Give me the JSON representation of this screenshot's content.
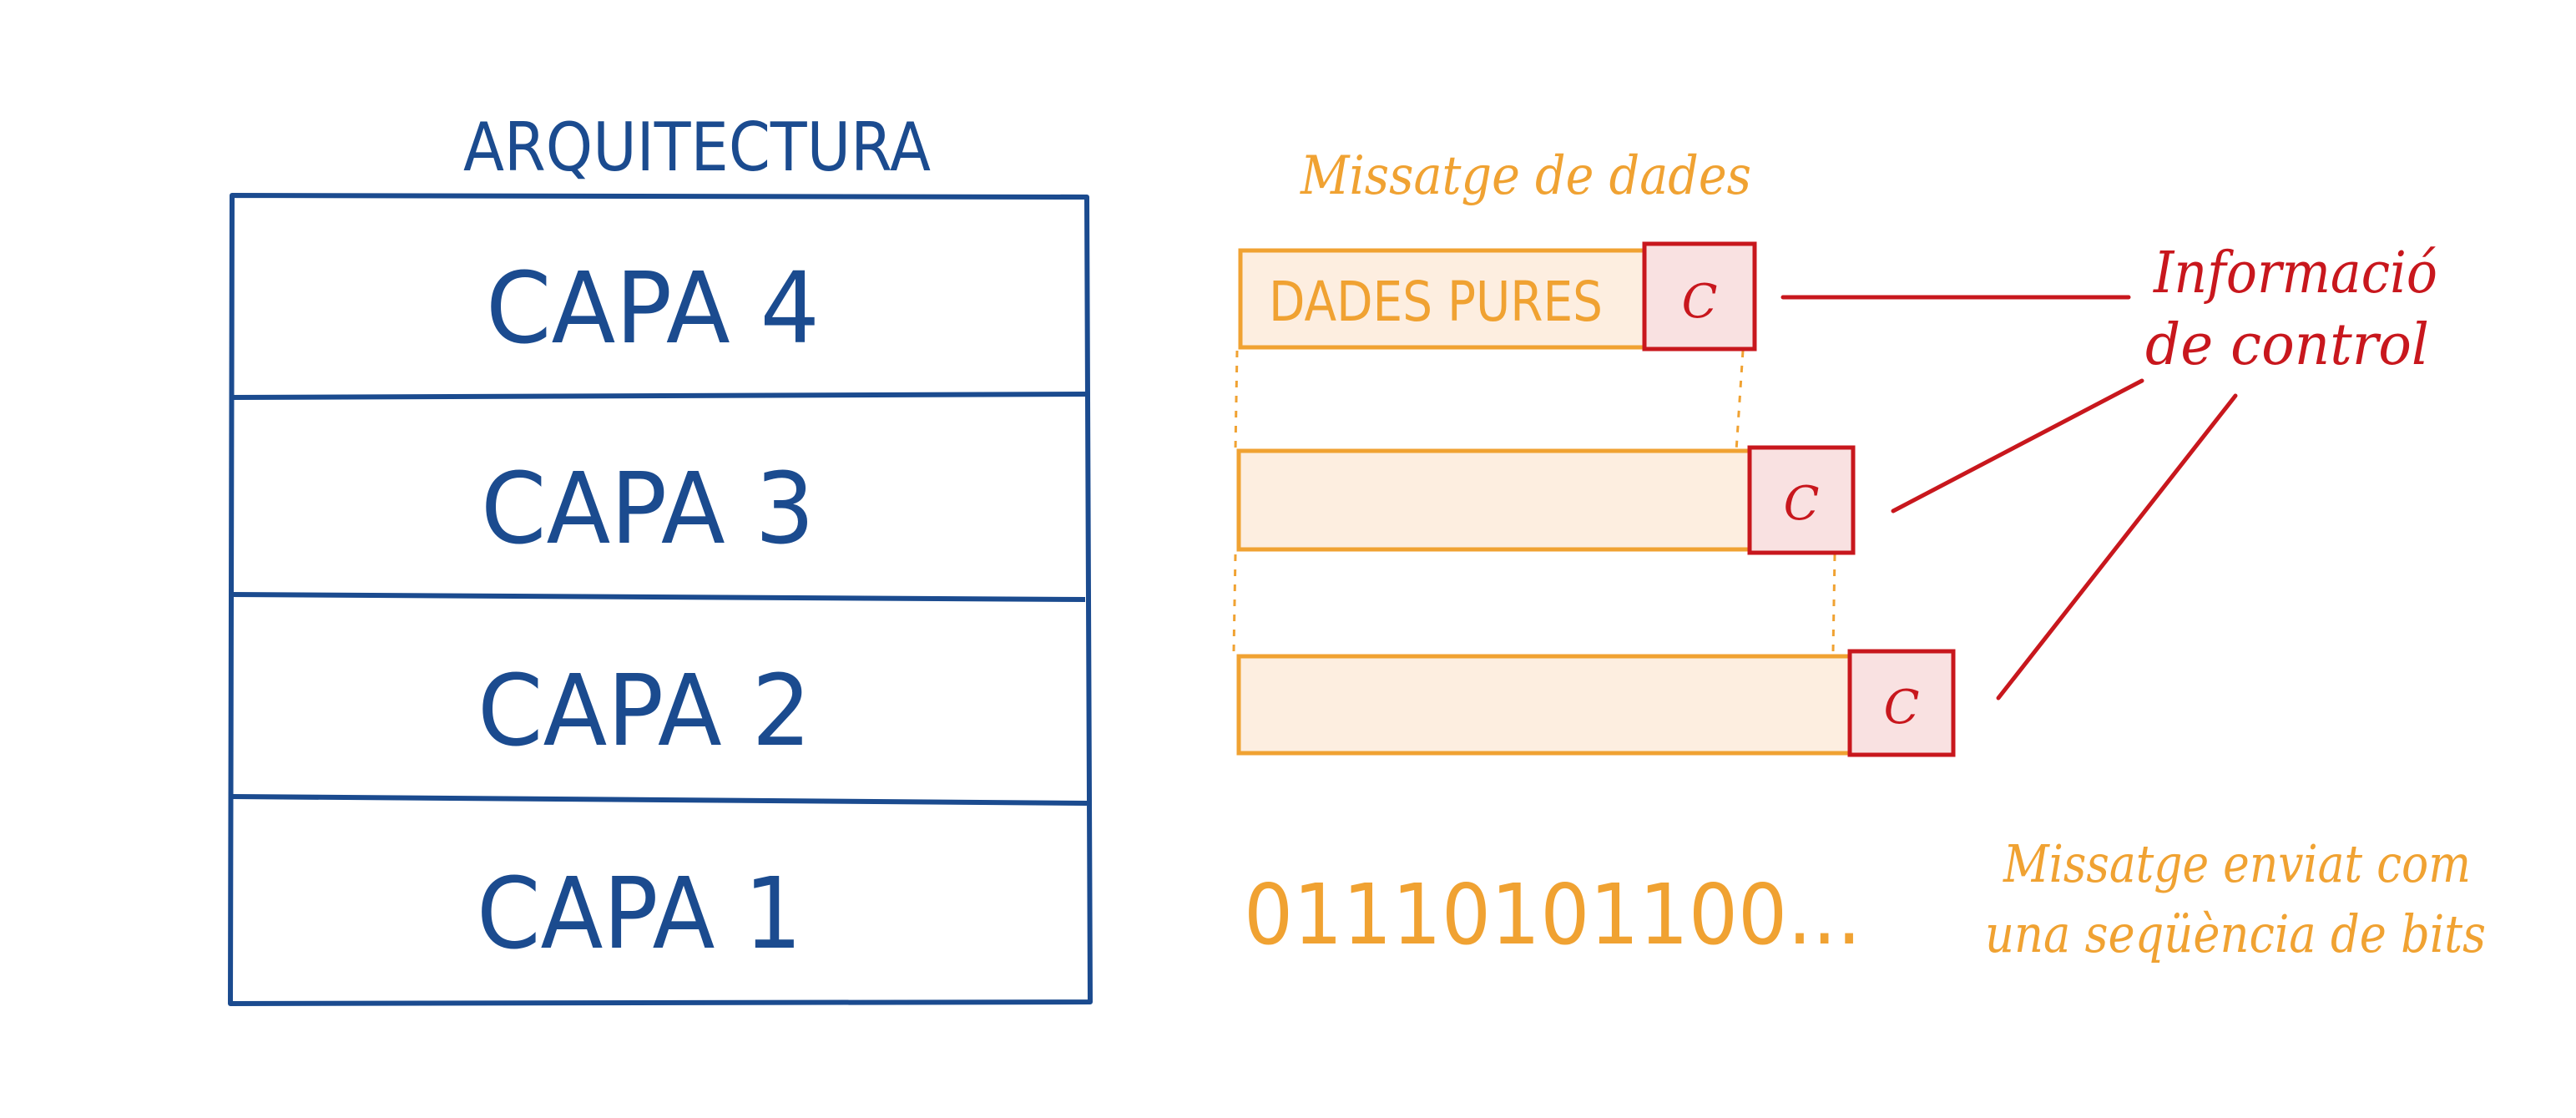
{
  "architecture": {
    "title": "ARQUITECTURA",
    "layers": [
      {
        "label": "CAPA 4"
      },
      {
        "label": "CAPA 3"
      },
      {
        "label": "CAPA 2"
      },
      {
        "label": "CAPA 1"
      }
    ]
  },
  "message": {
    "title": "Missatge de dades",
    "payload_label": "DADES PURES",
    "control_label": "C",
    "bits": "01110101100...",
    "bits_caption_line1": "Missatge enviat com",
    "bits_caption_line2": "una seqüència de bits"
  },
  "control_info": {
    "line1": "Informació",
    "line2": "de control"
  },
  "colors": {
    "architecture": "#1b4b8f",
    "message": "#f0a232",
    "message_fill": "#fdeee0",
    "control": "#c8171d",
    "control_fill": "#f9e1e1"
  }
}
